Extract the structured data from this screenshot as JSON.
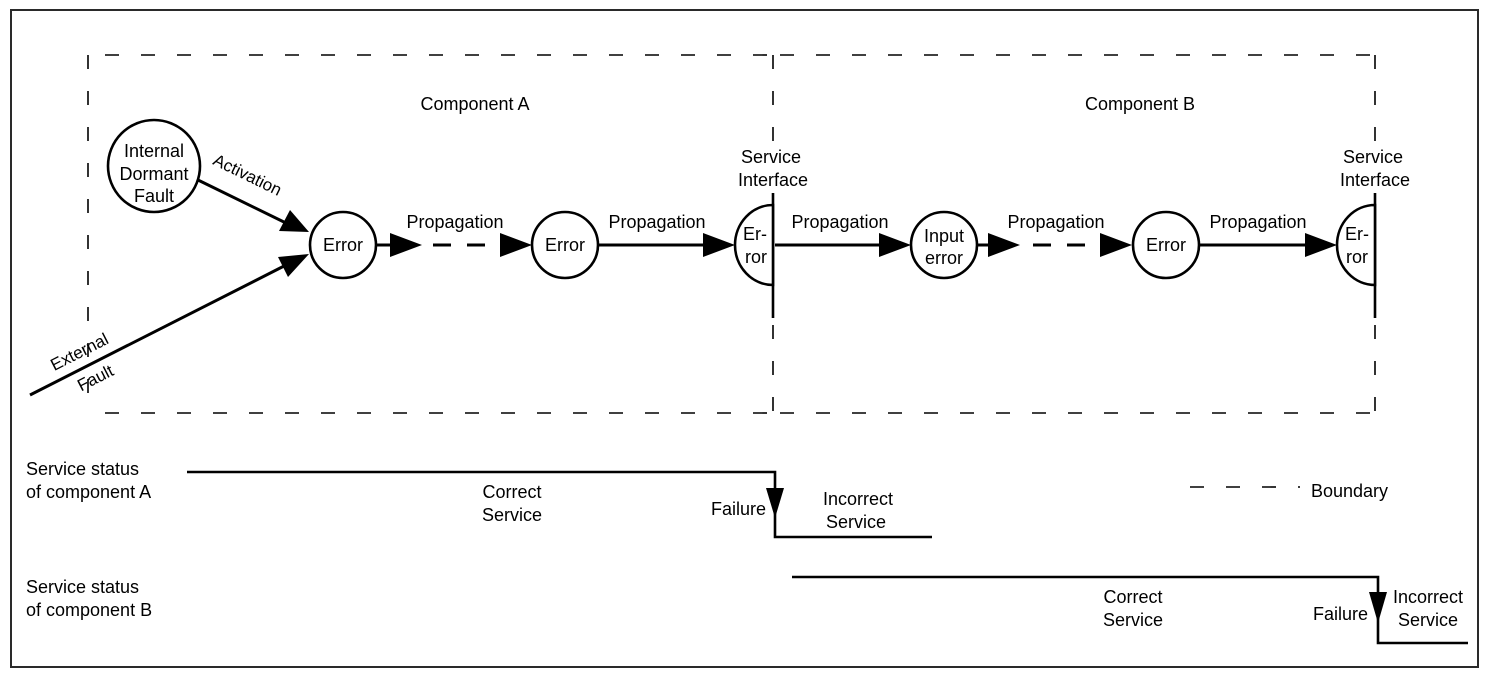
{
  "diagram": {
    "title": "Error propagation between components",
    "components": [
      {
        "id": "A",
        "label": "Component A"
      },
      {
        "id": "B",
        "label": "Component B"
      }
    ],
    "nodes": {
      "internal_fault": [
        "Internal",
        "Dormant",
        "Fault"
      ],
      "error_a1": "Error",
      "error_a2": "Error",
      "iface_error_a": [
        "Er-",
        "ror"
      ],
      "input_error_b": [
        "Input",
        "error"
      ],
      "error_b": "Error",
      "iface_error_b": [
        "Er-",
        "ror"
      ]
    },
    "edges": {
      "activation": "Activation",
      "external_fault": [
        "External",
        "Fault"
      ],
      "propagation": "Propagation"
    },
    "service_interface": [
      "Service",
      "Interface"
    ],
    "legend": {
      "boundary_label": "Boundary"
    }
  },
  "timeline": {
    "rows": [
      {
        "label": [
          "Service status",
          "of component A"
        ],
        "correct": [
          "Correct",
          "Service"
        ],
        "failure": "Failure",
        "incorrect": [
          "Incorrect",
          "Service"
        ]
      },
      {
        "label": [
          "Service status",
          "of component B"
        ],
        "correct": [
          "Correct",
          "Service"
        ],
        "failure": "Failure",
        "incorrect": [
          "Incorrect",
          "Service"
        ]
      }
    ]
  }
}
